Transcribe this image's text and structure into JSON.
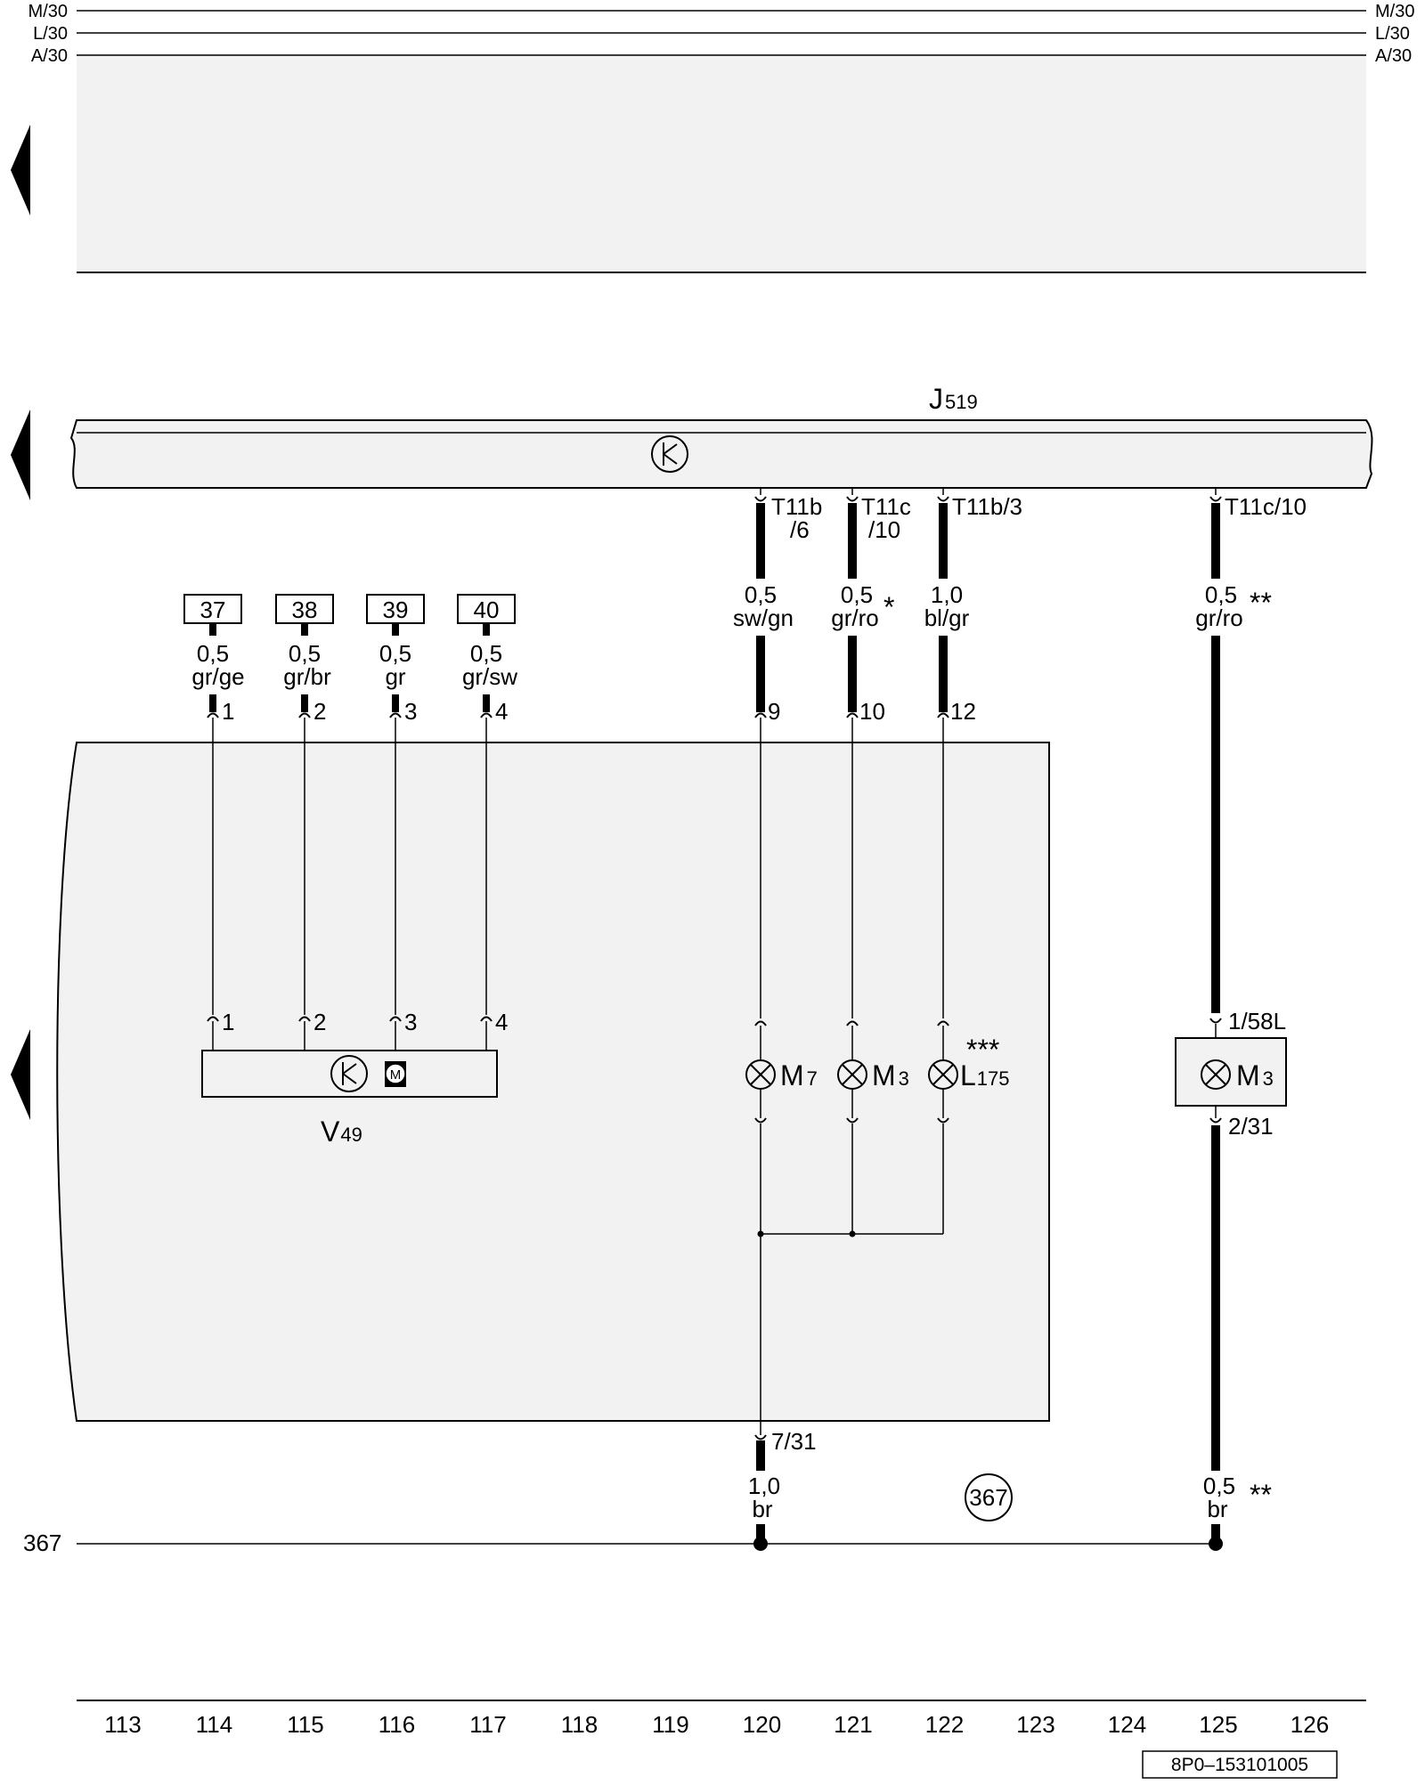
{
  "rails": {
    "top": [
      "M/30",
      "L/30",
      "A/30"
    ],
    "ground": "367"
  },
  "components": {
    "control_unit": {
      "letter": "J",
      "number": "519"
    },
    "motor": {
      "letter": "V",
      "number": "49"
    },
    "lamp_m7": {
      "letter": "M",
      "number": "7"
    },
    "lamp_m3": {
      "letter": "M",
      "number": "3"
    },
    "lamp_l175": {
      "letter": "L",
      "number": "175",
      "note": "***"
    },
    "lamp_m3b": {
      "letter": "M",
      "number": "3"
    }
  },
  "connectors": {
    "c120": [
      "T11b",
      "/6"
    ],
    "c121": [
      "T11c",
      "/10"
    ],
    "c122": "T11b/3",
    "c125": "T11c/10",
    "ground_conn": "7/31",
    "m3b_top": "1/58L",
    "m3b_bottom": "2/31"
  },
  "refs": [
    "37",
    "38",
    "39",
    "40"
  ],
  "ref_wires": [
    {
      "gauge": "0,5",
      "color": "gr/ge",
      "pin": "1"
    },
    {
      "gauge": "0,5",
      "color": "gr/br",
      "pin": "2"
    },
    {
      "gauge": "0,5",
      "color": "gr",
      "pin": "3"
    },
    {
      "gauge": "0,5",
      "color": "gr/sw",
      "pin": "4"
    }
  ],
  "motor_pins": [
    "1",
    "2",
    "3",
    "4"
  ],
  "upper_wires": [
    {
      "gauge": "0,5",
      "color": "sw/gn",
      "pin": "9",
      "note": ""
    },
    {
      "gauge": "0,5",
      "color": "gr/ro",
      "pin": "10",
      "note": "*"
    },
    {
      "gauge": "1,0",
      "color": "bl/gr",
      "pin": "12",
      "note": ""
    },
    {
      "gauge": "0,5",
      "color": "gr/ro",
      "pin": "",
      "note": "**"
    }
  ],
  "lower_wires": [
    {
      "gauge": "1,0",
      "color": "br",
      "note": ""
    },
    {
      "gauge": "0,5",
      "color": "br",
      "note": "**"
    }
  ],
  "ground_point": "367",
  "current_tracks": [
    "113",
    "114",
    "115",
    "116",
    "117",
    "118",
    "119",
    "120",
    "121",
    "122",
    "123",
    "124",
    "125",
    "126"
  ],
  "drawing_number": "8P0–153101005",
  "colors": {
    "ink": "#000000",
    "panel": "#f2f2f2",
    "background": "#ffffff"
  }
}
